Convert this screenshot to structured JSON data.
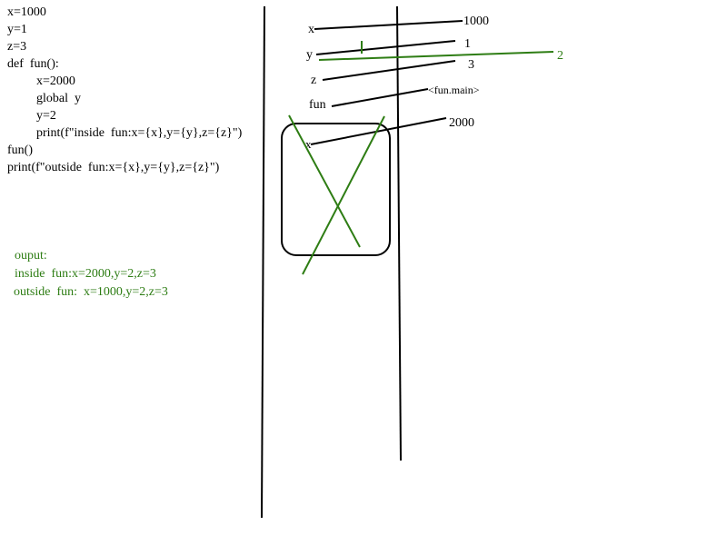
{
  "code": {
    "lines": [
      "x=1000",
      "y=1",
      "z=3",
      "def  fun():",
      "x=2000",
      "global  y",
      "y=2",
      "print(f\"inside  fun:x={x},y={y},z={z}\")",
      "fun()",
      "print(f\"outside  fun:x={x},y={y},z={z}\")"
    ]
  },
  "output": {
    "title": "ouput:",
    "lines": [
      "inside  fun:x=2000,y=2,z=3",
      "outside  fun:  x=1000,y=2,z=3"
    ]
  },
  "global_frame": {
    "names": [
      "x",
      "y",
      "z",
      "fun"
    ],
    "values": [
      "1000",
      "1",
      "3",
      "<fun.main>"
    ],
    "updated_y_value": "2"
  },
  "local_frame": {
    "name": "x",
    "value": "2000"
  },
  "colors": {
    "ink": "#000000",
    "highlight": "#2e7d14"
  }
}
